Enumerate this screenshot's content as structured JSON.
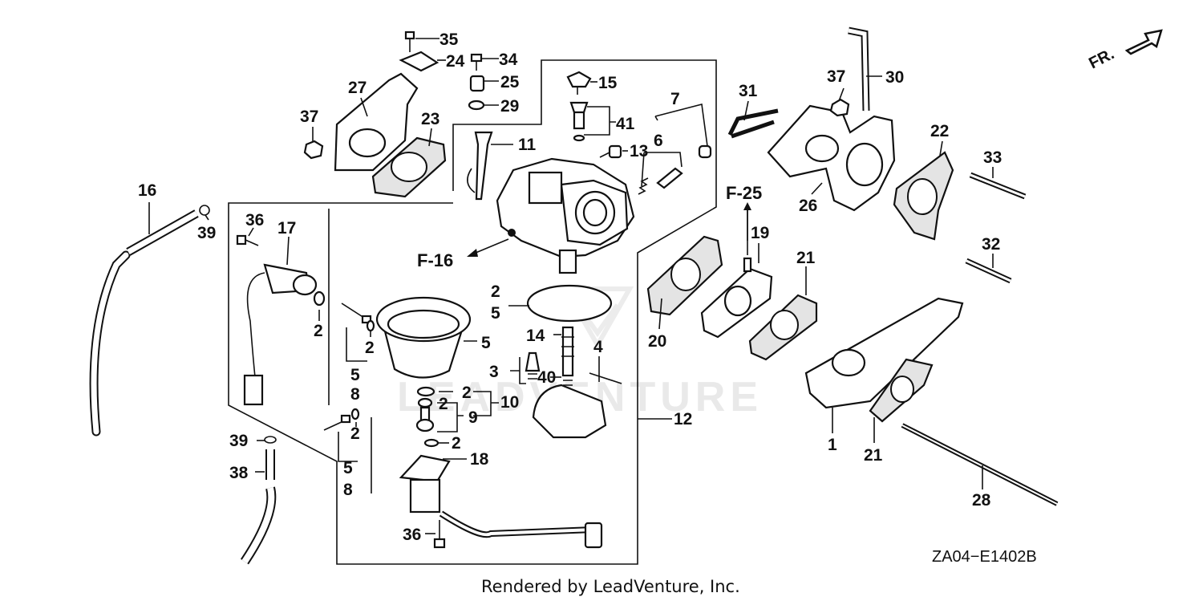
{
  "diagram": {
    "drawing_code": "ZA04−E1402B",
    "credit": "Rendered by LeadVenture, Inc.",
    "direction_label": "FR.",
    "watermark": "LEADVENTURE",
    "references": [
      "F-16",
      "F-25"
    ],
    "callouts": [
      {
        "id": "c35",
        "text": "35"
      },
      {
        "id": "c24",
        "text": "24"
      },
      {
        "id": "c34",
        "text": "34"
      },
      {
        "id": "c25",
        "text": "25"
      },
      {
        "id": "c29",
        "text": "29"
      },
      {
        "id": "c27",
        "text": "27"
      },
      {
        "id": "c37a",
        "text": "37"
      },
      {
        "id": "c23",
        "text": "23"
      },
      {
        "id": "c15",
        "text": "15"
      },
      {
        "id": "c41",
        "text": "41"
      },
      {
        "id": "c7",
        "text": "7"
      },
      {
        "id": "c6",
        "text": "6"
      },
      {
        "id": "c11",
        "text": "11"
      },
      {
        "id": "c13",
        "text": "13"
      },
      {
        "id": "c31",
        "text": "31"
      },
      {
        "id": "c37b",
        "text": "37"
      },
      {
        "id": "c30",
        "text": "30"
      },
      {
        "id": "c22",
        "text": "22"
      },
      {
        "id": "c33",
        "text": "33"
      },
      {
        "id": "c26",
        "text": "26"
      },
      {
        "id": "c32",
        "text": "32"
      },
      {
        "id": "c16",
        "text": "16"
      },
      {
        "id": "c39a",
        "text": "39"
      },
      {
        "id": "c36a",
        "text": "36"
      },
      {
        "id": "c17",
        "text": "17"
      },
      {
        "id": "c2a",
        "text": "2"
      },
      {
        "id": "c19",
        "text": "19"
      },
      {
        "id": "c21a",
        "text": "21"
      },
      {
        "id": "c20",
        "text": "20"
      },
      {
        "id": "c2b",
        "text": "2"
      },
      {
        "id": "c5a",
        "text": "5"
      },
      {
        "id": "c5b",
        "text": "5"
      },
      {
        "id": "c14",
        "text": "14"
      },
      {
        "id": "c4",
        "text": "4"
      },
      {
        "id": "c2c",
        "text": "2"
      },
      {
        "id": "c5c",
        "text": "5"
      },
      {
        "id": "c8a",
        "text": "8"
      },
      {
        "id": "c3",
        "text": "3"
      },
      {
        "id": "c40",
        "text": "40"
      },
      {
        "id": "c2d",
        "text": "2"
      },
      {
        "id": "c10",
        "text": "10"
      },
      {
        "id": "c2e",
        "text": "2"
      },
      {
        "id": "c9",
        "text": "9"
      },
      {
        "id": "c12",
        "text": "12"
      },
      {
        "id": "c1",
        "text": "1"
      },
      {
        "id": "c21b",
        "text": "21"
      },
      {
        "id": "c39b",
        "text": "39"
      },
      {
        "id": "c2f",
        "text": "2"
      },
      {
        "id": "c2g",
        "text": "2"
      },
      {
        "id": "c38",
        "text": "38"
      },
      {
        "id": "c5d",
        "text": "5"
      },
      {
        "id": "c8b",
        "text": "8"
      },
      {
        "id": "c18",
        "text": "18"
      },
      {
        "id": "c28",
        "text": "28"
      },
      {
        "id": "c36b",
        "text": "36"
      }
    ]
  }
}
